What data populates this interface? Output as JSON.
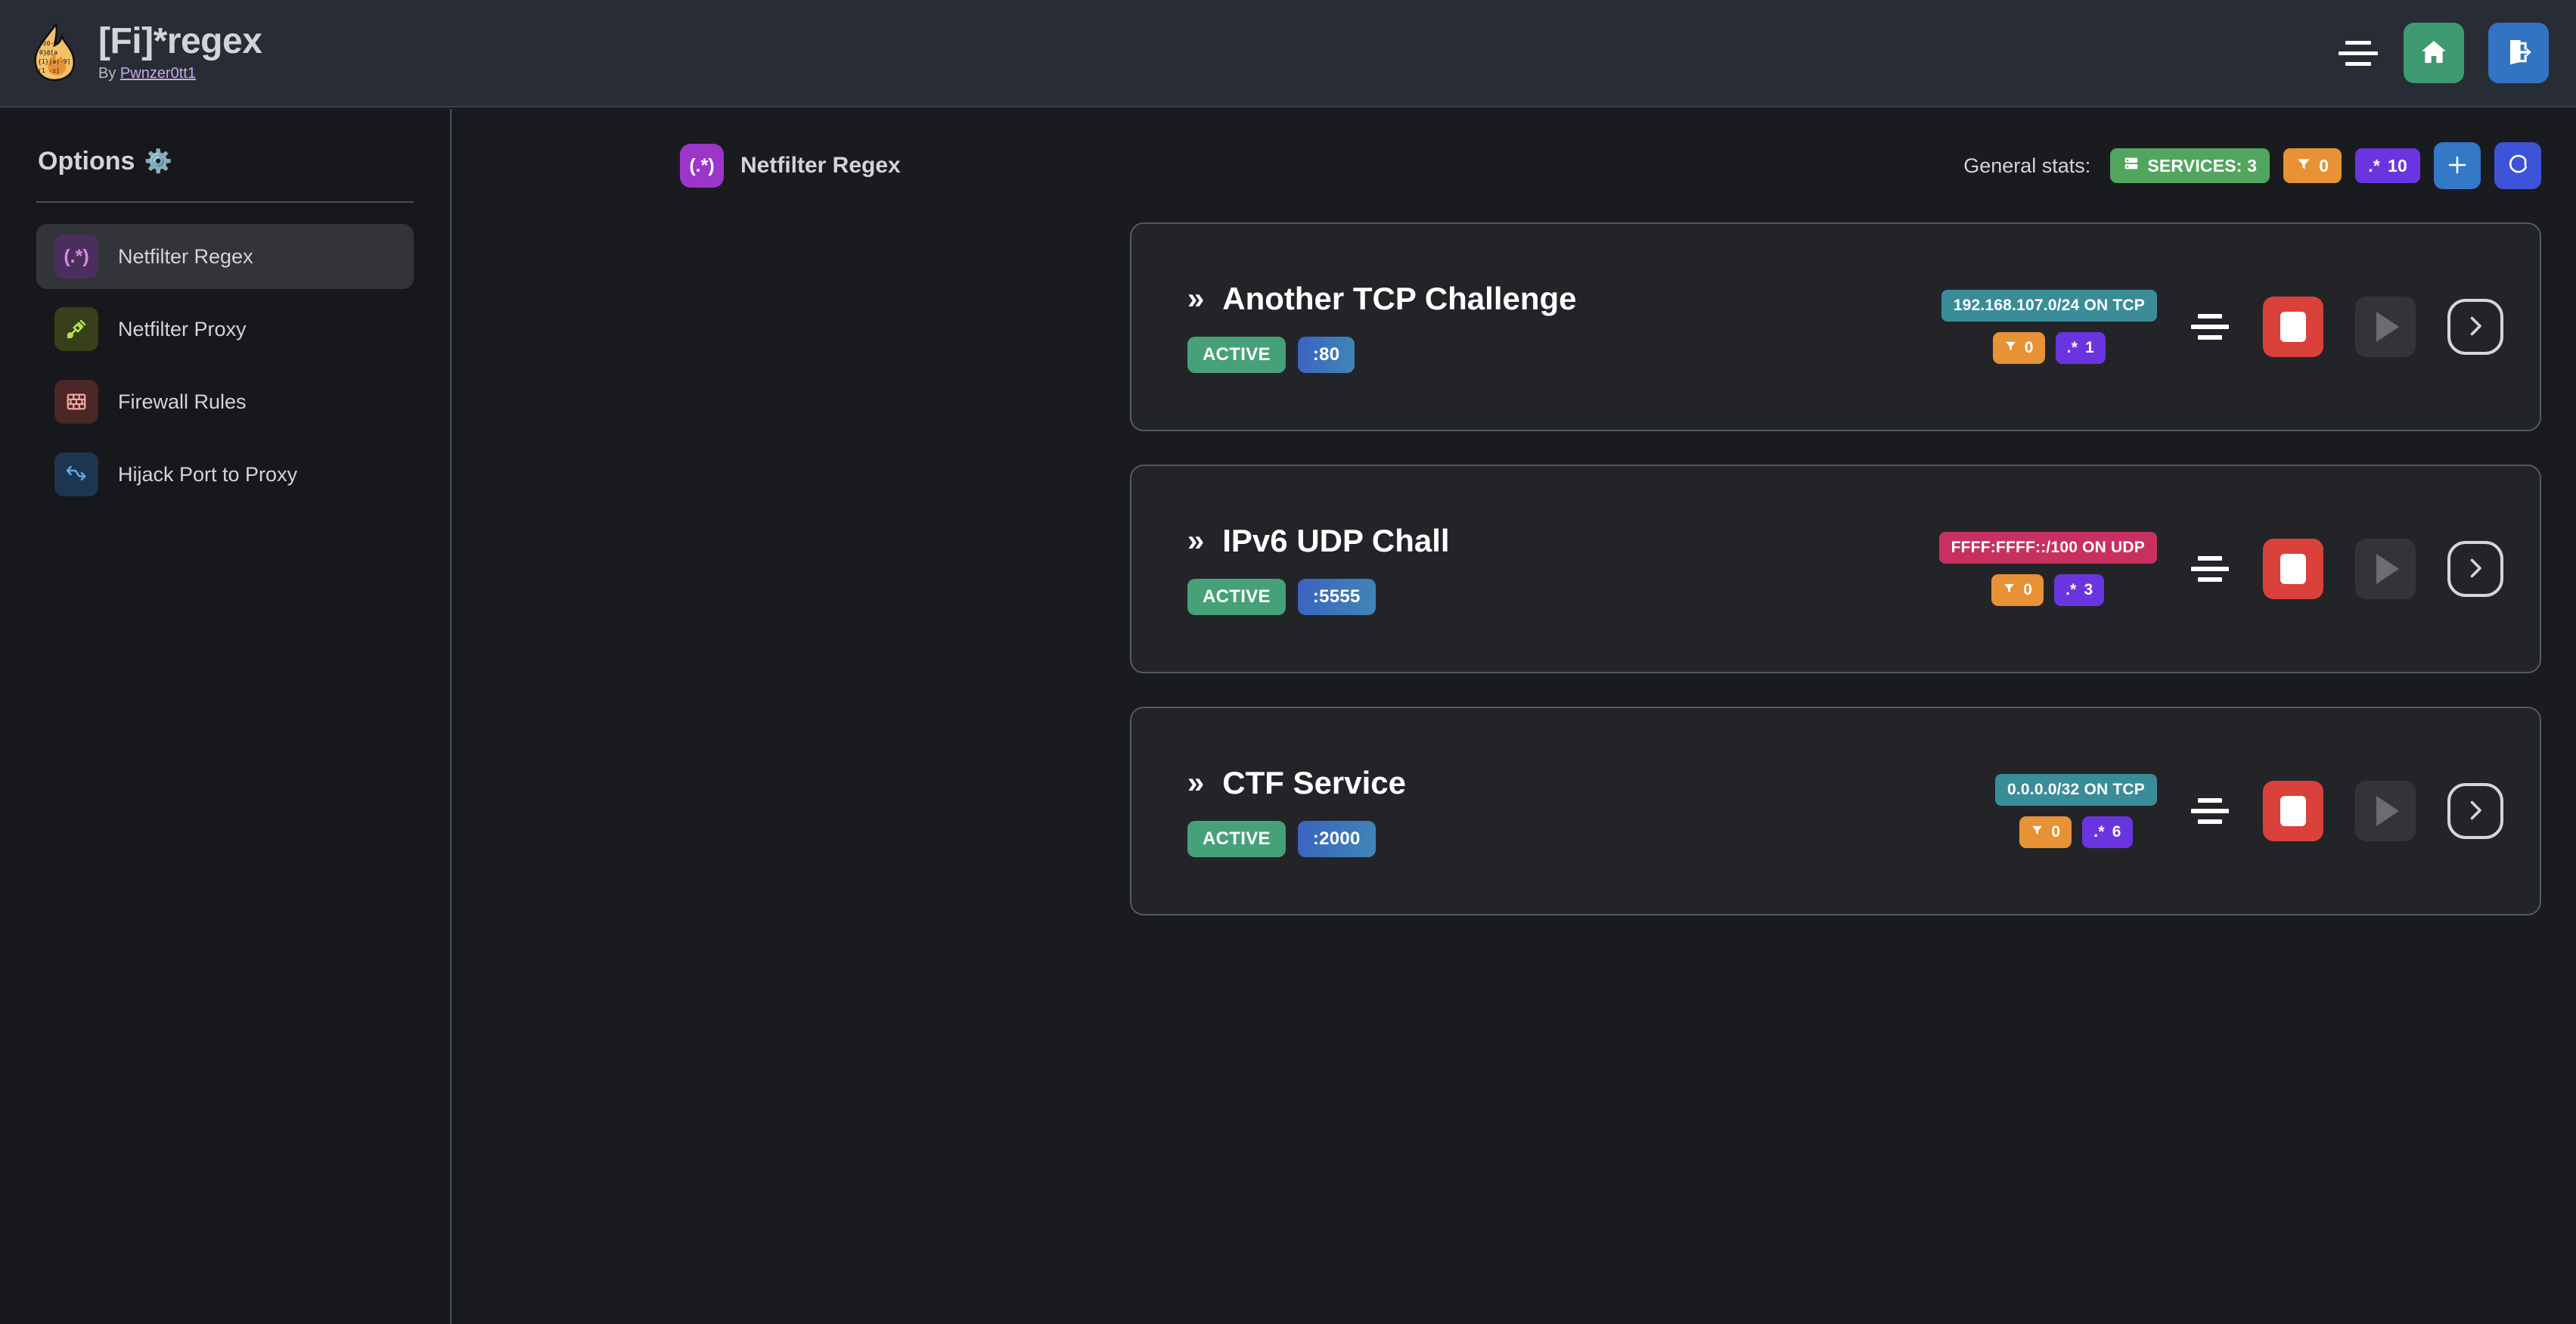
{
  "header": {
    "logo_icon": "flame-regex-logo",
    "title": "[Fi]*regex",
    "by_prefix": "By ",
    "author": "Pwnzer0tt1",
    "menu_icon": "hamburger-menu-icon",
    "home_icon": "home-icon",
    "logout_icon": "logout-icon"
  },
  "sidebar": {
    "title": "Options",
    "gear_icon": "⚙️",
    "items": [
      {
        "label": "Netfilter Regex",
        "icon": "(.*)",
        "icon_name": "regex-icon",
        "active": true
      },
      {
        "label": "Netfilter Proxy",
        "icon": "",
        "icon_name": "plug-icon",
        "active": false
      },
      {
        "label": "Firewall Rules",
        "icon": "",
        "icon_name": "brick-wall-icon",
        "active": false
      },
      {
        "label": "Hijack Port to Proxy",
        "icon": "",
        "icon_name": "route-fork-icon",
        "active": false
      }
    ]
  },
  "main": {
    "page_icon": "(.*)",
    "page_title": "Netfilter Regex",
    "stats_label": "General stats:",
    "stats": {
      "services_icon": "server-icon",
      "services_label": "SERVICES: 3",
      "filter_icon": "funnel-icon",
      "filter_count": "0",
      "regex_icon": ".*",
      "regex_count": "10"
    },
    "add_icon": "plus-icon",
    "refresh_icon": "refresh-icon"
  },
  "services": [
    {
      "chevron": "»",
      "name": "Another TCP Challenge",
      "status": "ACTIVE",
      "port": ":80",
      "network": "192.168.107.0/24 ON TCP",
      "network_kind": "tcp",
      "filter_count": "0",
      "regex_count": "1",
      "menu_icon": "service-menu-icon",
      "stop_icon": "stop-icon",
      "play_icon": "play-icon",
      "goto_icon": "chevron-right-icon"
    },
    {
      "chevron": "»",
      "name": "IPv6 UDP Chall",
      "status": "ACTIVE",
      "port": ":5555",
      "network": "FFFF:FFFF::/100 ON UDP",
      "network_kind": "udp",
      "filter_count": "0",
      "regex_count": "3",
      "menu_icon": "service-menu-icon",
      "stop_icon": "stop-icon",
      "play_icon": "play-icon",
      "goto_icon": "chevron-right-icon"
    },
    {
      "chevron": "»",
      "name": "CTF Service",
      "status": "ACTIVE",
      "port": ":2000",
      "network": "0.0.0.0/32 ON TCP",
      "network_kind": "tcp",
      "filter_count": "0",
      "regex_count": "6",
      "menu_icon": "service-menu-icon",
      "stop_icon": "stop-icon",
      "play_icon": "play-icon",
      "goto_icon": "chevron-right-icon"
    }
  ],
  "colors": {
    "page_bg": "#1a1b1e",
    "header_bg": "#282c35",
    "sidebar_bg": "#17181b",
    "card_bg": "#232428",
    "card_border": "#555a63",
    "accent_purple": "#9b36c9",
    "green": "#52a55f",
    "orange": "#e79234",
    "violet": "#6a35e0",
    "teal": "#3b8c99",
    "crimson": "#c8315f",
    "red": "#d9413a",
    "blue_add": "#3478c8",
    "blue_refresh": "#3d54d8",
    "home_green": "#3d9970",
    "logout_blue": "#3273c4"
  }
}
